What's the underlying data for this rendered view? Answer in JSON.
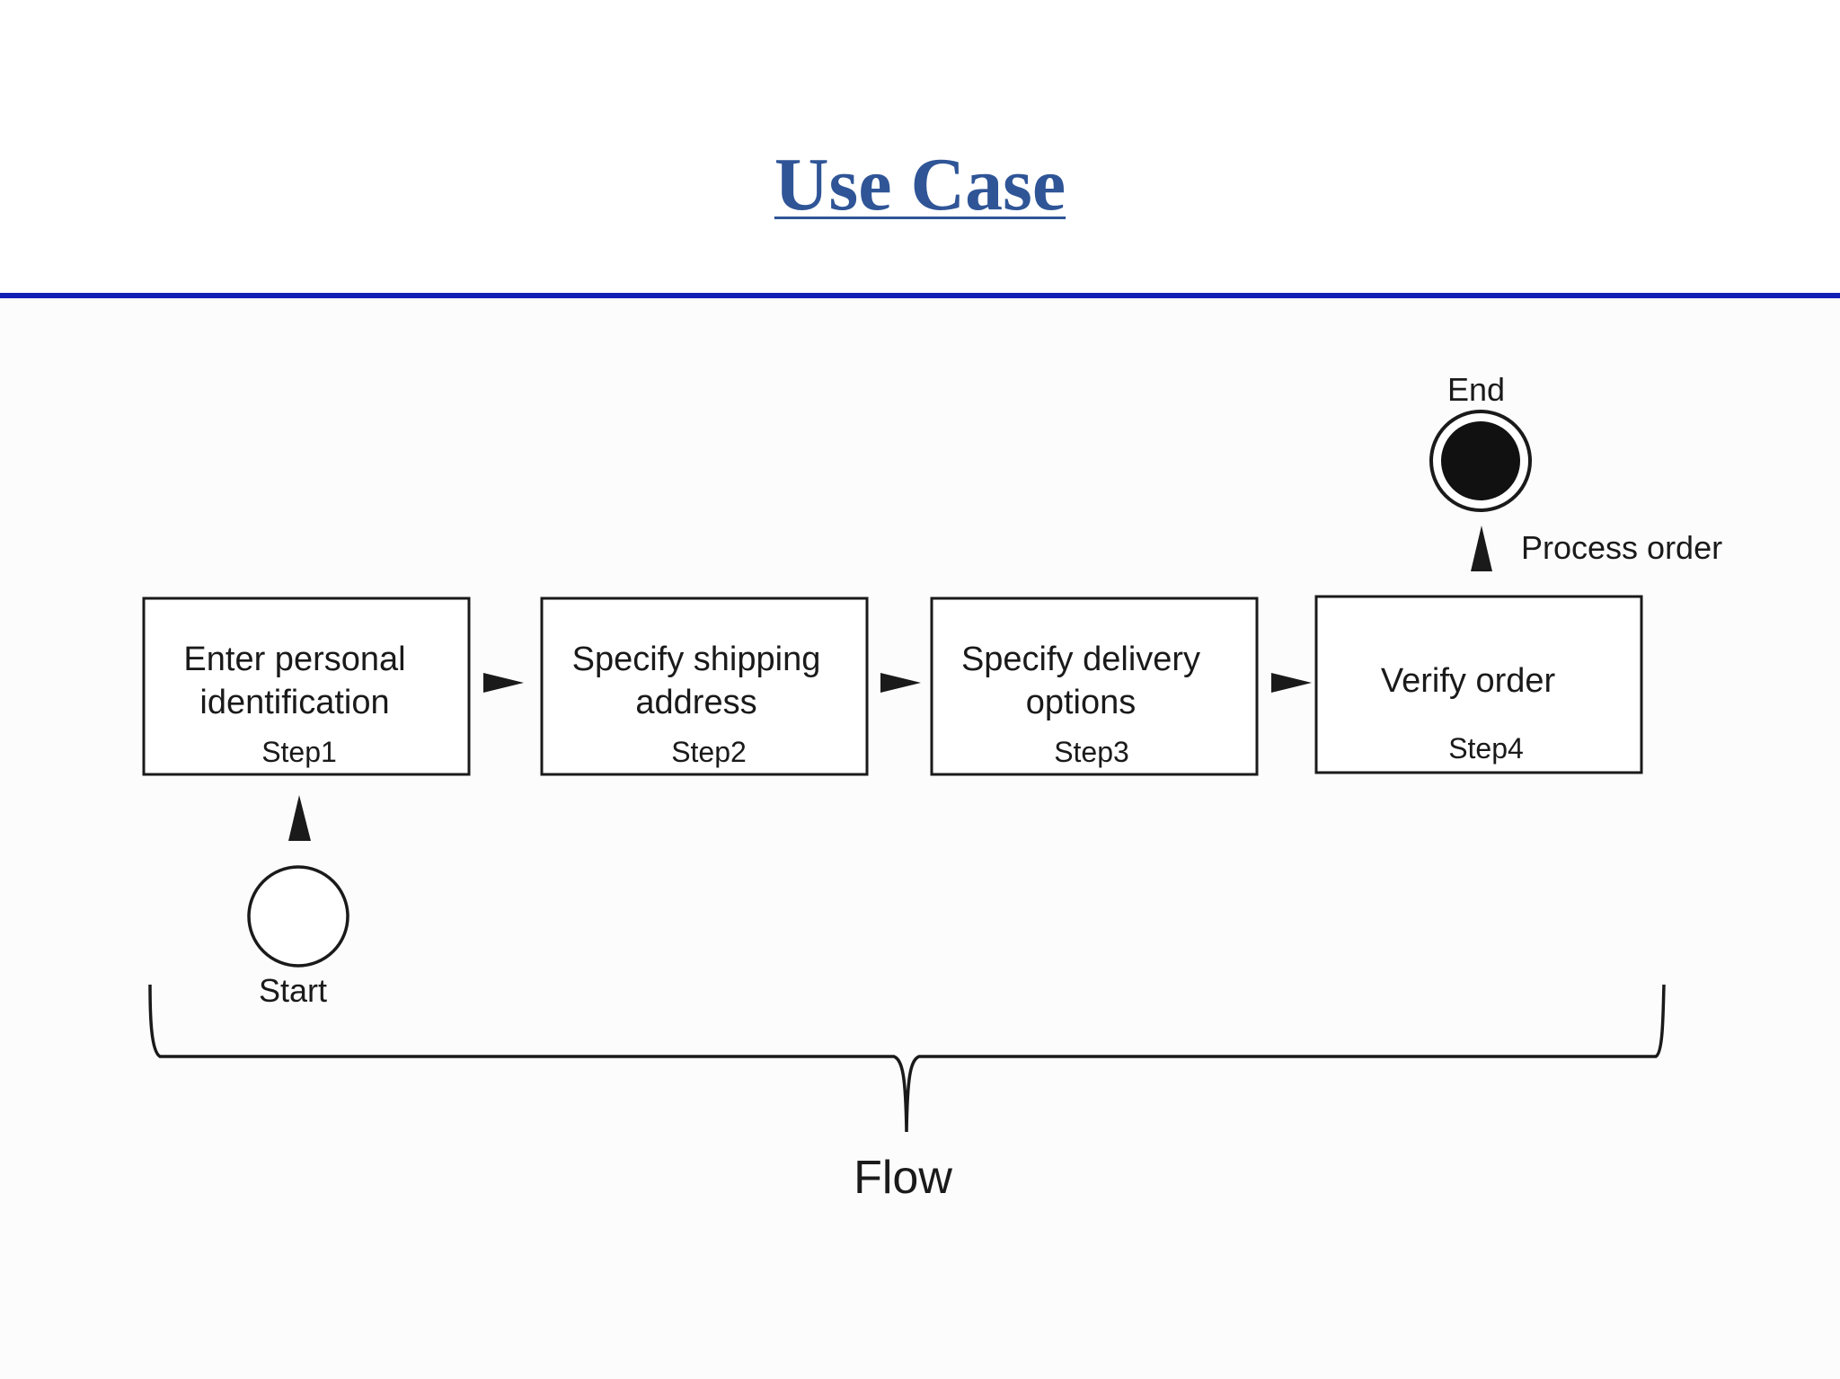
{
  "title": "Use Case",
  "steps": [
    {
      "lines": [
        "Enter personal",
        "identification"
      ],
      "step": "Step1"
    },
    {
      "lines": [
        "Specify shipping",
        "address"
      ],
      "step": "Step2"
    },
    {
      "lines": [
        "Specify delivery",
        "options"
      ],
      "step": "Step3"
    },
    {
      "lines": [
        "Verify order"
      ],
      "step": "Step4"
    }
  ],
  "start_label": "Start",
  "end_label": "End",
  "process_label": "Process order",
  "flow_label": "Flow",
  "colors": {
    "title": "#2f5597",
    "rule": "#1020b4",
    "stroke": "#1a1a1a"
  }
}
